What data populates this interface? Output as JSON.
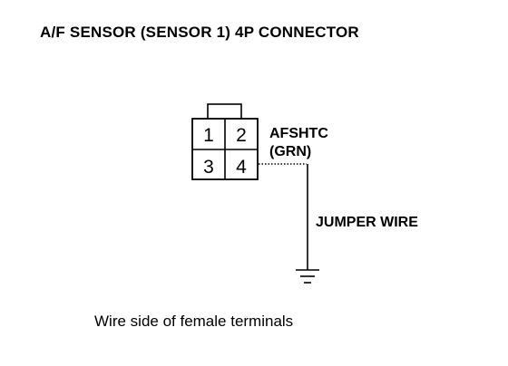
{
  "title": "A/F SENSOR (SENSOR 1) 4P CONNECTOR",
  "connector": {
    "pins": [
      "1",
      "2",
      "3",
      "4"
    ]
  },
  "labels": {
    "signal_name": "AFSHTC",
    "wire_color": "(GRN)",
    "jumper": "JUMPER WIRE"
  },
  "caption": "Wire side of female terminals"
}
